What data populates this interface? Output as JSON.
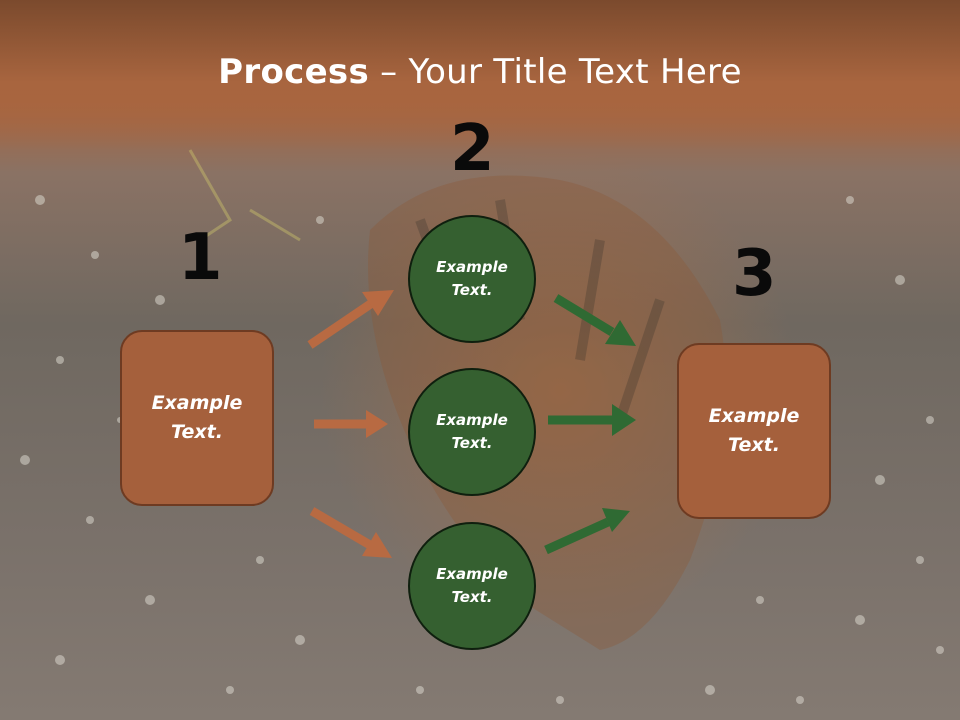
{
  "title": {
    "bold": "Process",
    "rest": " – Your Title Text Here"
  },
  "steps": [
    {
      "number": "1",
      "text": "Example\nText."
    },
    {
      "number": "2",
      "text": "Example\nText."
    },
    {
      "number": "3",
      "text": "Example\nText."
    }
  ],
  "middle_nodes": [
    {
      "text": "Example\nText."
    },
    {
      "text": "Example\nText."
    },
    {
      "text": "Example\nText."
    }
  ],
  "colors": {
    "title_band": "#a8653f",
    "box_fill": "#a5603c",
    "circle_fill": "#356030",
    "arrow_orange": "#b86a42",
    "arrow_green": "#2f6a33"
  },
  "background_image": "tiger-in-clover-field-photo"
}
